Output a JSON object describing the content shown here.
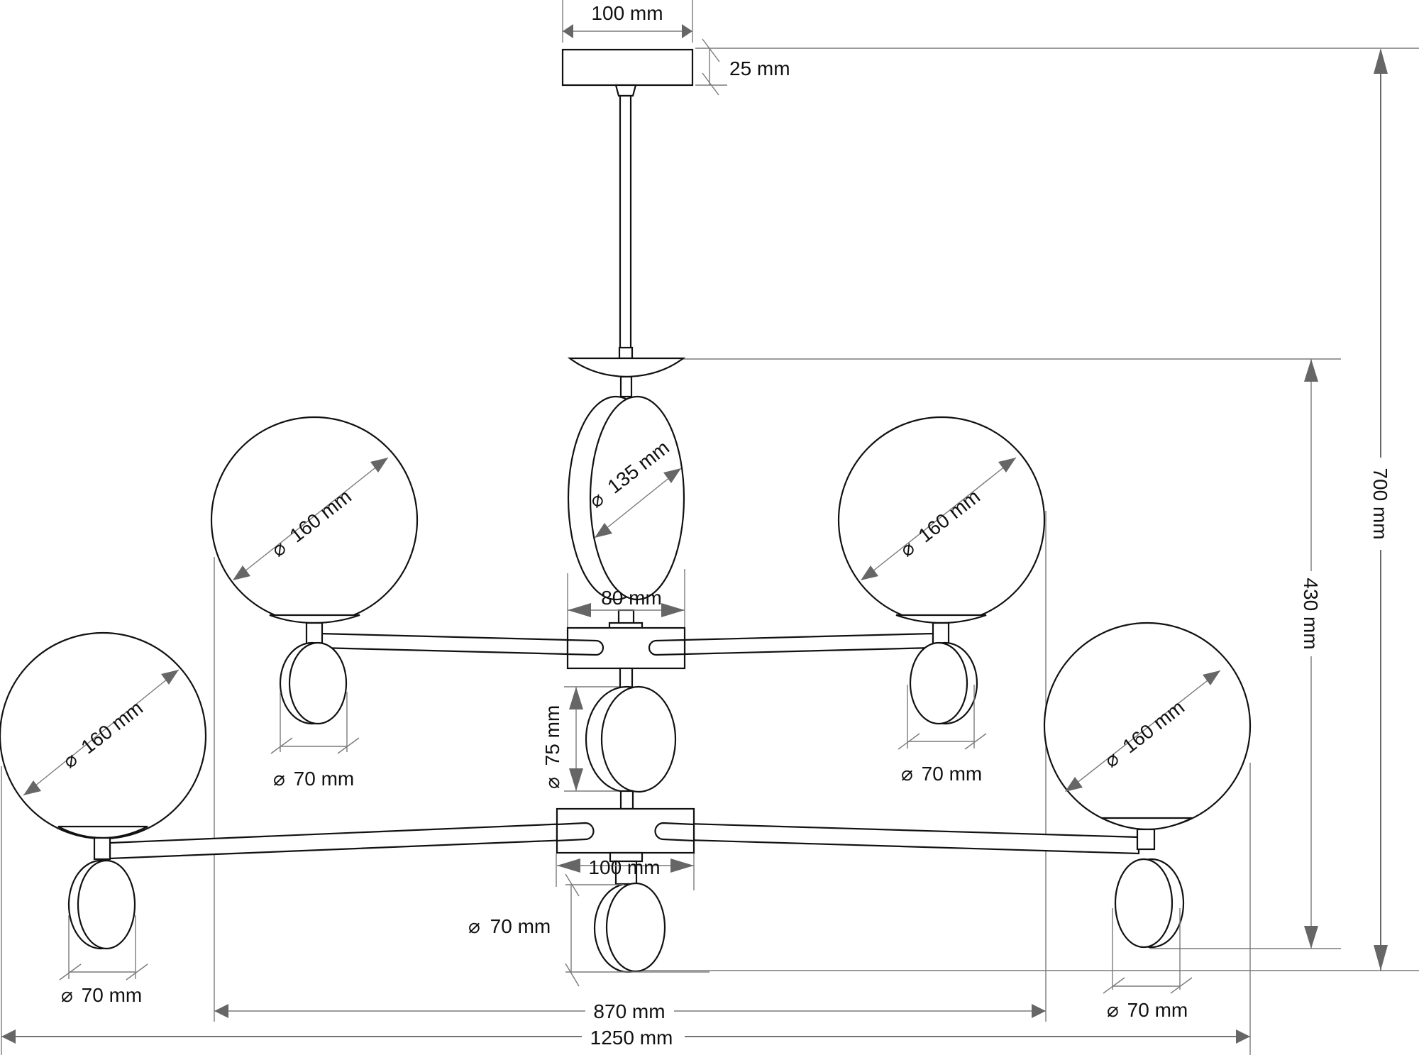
{
  "title": "Chandelier dimension drawing",
  "colors": {
    "line": "#111111",
    "dimension_line": "#7a7a7a",
    "arrowhead": "#666666",
    "background": "#ffffff"
  },
  "diameter_symbol": "⌀",
  "dimensions": {
    "canopy_width": "100 mm",
    "canopy_height": "25 mm",
    "central_disc_diameter": "135 mm",
    "upper_hub_width": "80 mm",
    "middle_disc_diameter": "75 mm",
    "lower_hub_width": "100 mm",
    "bottom_disc_diameter": "70 mm",
    "height_total": "700 mm",
    "height_body": "430 mm",
    "width_inner": "870 mm",
    "width_total": "1250 mm"
  },
  "globes": [
    {
      "position": "upper-left",
      "diameter": "160 mm",
      "disc_diameter": "70 mm"
    },
    {
      "position": "upper-right",
      "diameter": "160 mm",
      "disc_diameter": "70 mm"
    },
    {
      "position": "lower-left",
      "diameter": "160 mm",
      "disc_diameter": "70 mm"
    },
    {
      "position": "lower-right",
      "diameter": "160 mm",
      "disc_diameter": "70 mm"
    }
  ]
}
